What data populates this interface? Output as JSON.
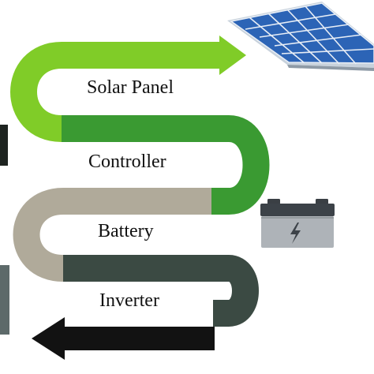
{
  "flow": {
    "stages": [
      {
        "label": "Solar Panel",
        "color": "#80cc28"
      },
      {
        "label": "Controller",
        "color": "#3a9a32"
      },
      {
        "label": "Battery",
        "color": "#b0aa9a"
      },
      {
        "label": "Inverter",
        "color": "#3b4a43"
      }
    ],
    "arrow_color": "#121212"
  },
  "icons": [
    "solar-panel-icon",
    "battery-icon",
    "charge-bolt-icon"
  ]
}
